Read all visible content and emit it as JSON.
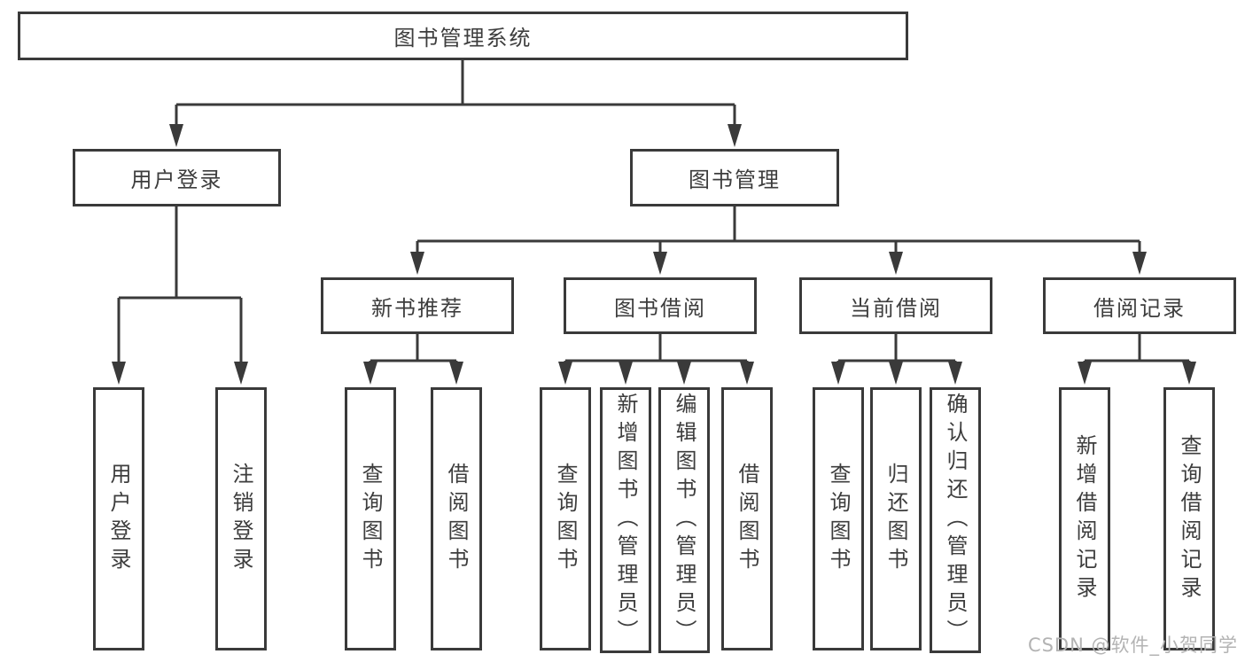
{
  "tree": {
    "root": "图书管理系统",
    "login": {
      "label": "用户登录",
      "children": [
        "用户登录",
        "注销登录"
      ]
    },
    "management": {
      "label": "图书管理",
      "groups": [
        {
          "label": "新书推荐",
          "children": [
            "查询图书",
            "借阅图书"
          ]
        },
        {
          "label": "图书借阅",
          "children": [
            "查询图书",
            "新增图书（管理员）",
            "编辑图书（管理员）",
            "借阅图书"
          ]
        },
        {
          "label": "当前借阅",
          "children": [
            "查询图书",
            "归还图书",
            "确认归还（管理员）"
          ]
        },
        {
          "label": "借阅记录",
          "children": [
            "新增借阅记录",
            "查询借阅记录"
          ]
        }
      ]
    }
  },
  "watermark": "CSDN @软件_小贺同学",
  "colors": {
    "line": "#3a3a3a",
    "box_border": "#3a3a3a",
    "text": "#3d3d3d",
    "watermark": "#b3b3b3",
    "background": "#ffffff"
  }
}
